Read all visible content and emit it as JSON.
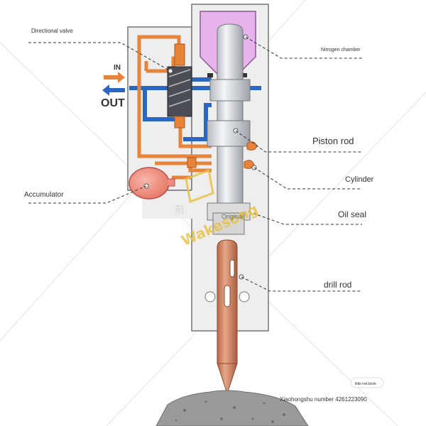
{
  "labels": {
    "directional_valve": "Directional valve",
    "nitrogen_chamber": "Nitrogen chamber",
    "in": "IN",
    "out": "OUT",
    "piston_rod": "Piston rod",
    "cylinder": "Cylinder",
    "accumulator": "Accumulator",
    "oil_seal": "Oil seal",
    "drill_rod": "drill rod",
    "original": "Original"
  },
  "watermark": {
    "small_tag": "little red book",
    "source": "Xiaohongshu number 4261223090",
    "logo_text": "Wakesong",
    "logo_cjk": "前"
  },
  "colors": {
    "oil_line": "#e8833a",
    "return_line": "#2a66c4",
    "nitrogen": "#e6b3ec",
    "accumulator": "#f08a7e",
    "drill_rod": "#d4896a",
    "valve_body": "#4a4d55",
    "rock": "#9a9a9a",
    "watermark": "#e8c24a"
  }
}
